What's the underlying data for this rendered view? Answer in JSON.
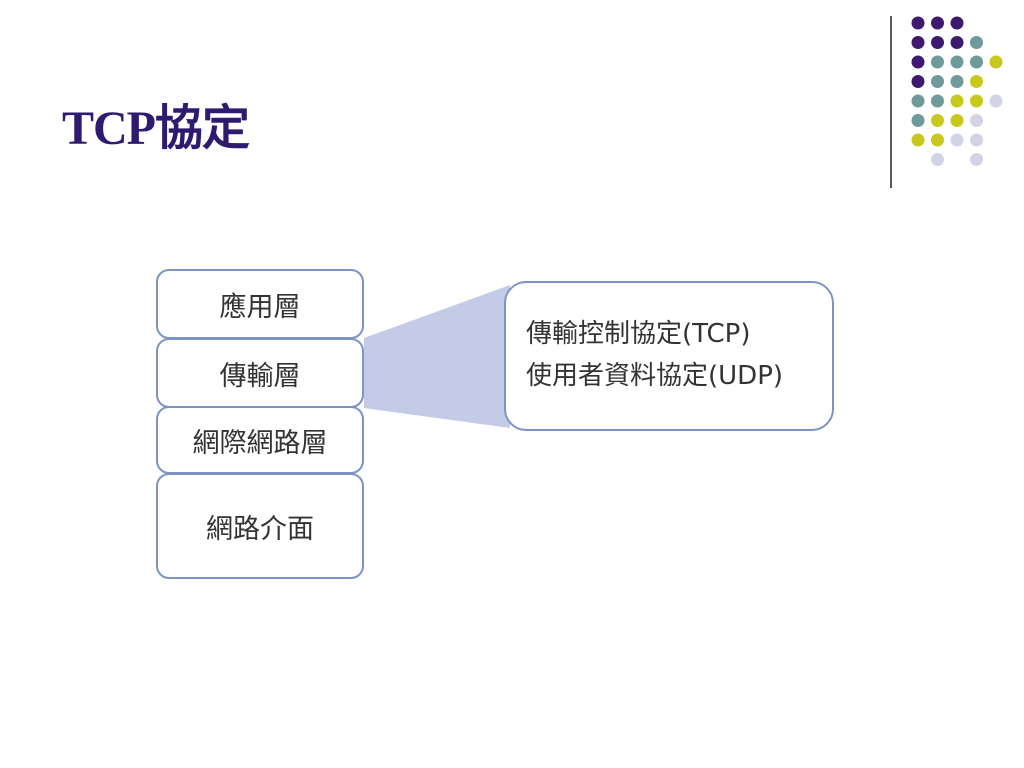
{
  "title": "TCP協定",
  "colors": {
    "title": "#2e1a6e",
    "purple": "#3d1a6e",
    "teal": "#6e9a9a",
    "yellow": "#c8c81e",
    "lavender": "#d3d3e6",
    "divider": "#5a5a5a",
    "wedge": "#c3cbe6",
    "box_border": "#7d94c3"
  },
  "layers": [
    {
      "label": "應用層"
    },
    {
      "label": "傳輸層"
    },
    {
      "label": "網際網路層"
    },
    {
      "label": "網路介面"
    }
  ],
  "callout": {
    "lines": [
      "傳輸控制協定(TCP)",
      "使用者資料協定(UDP)"
    ]
  },
  "decoration": {
    "dot_grid": [
      [
        "purple",
        "purple",
        "purple",
        null,
        null
      ],
      [
        "purple",
        "purple",
        "purple",
        "teal",
        null
      ],
      [
        "purple",
        "teal",
        "teal",
        "teal",
        "yellow"
      ],
      [
        "purple",
        "teal",
        "teal",
        "yellow",
        null
      ],
      [
        "teal",
        "teal",
        "yellow",
        "yellow",
        "lavender"
      ],
      [
        "teal",
        "yellow",
        "yellow",
        "lavender",
        null
      ],
      [
        "yellow",
        "yellow",
        "lavender",
        "lavender",
        null
      ],
      [
        null,
        "lavender",
        null,
        "lavender",
        null
      ]
    ]
  }
}
